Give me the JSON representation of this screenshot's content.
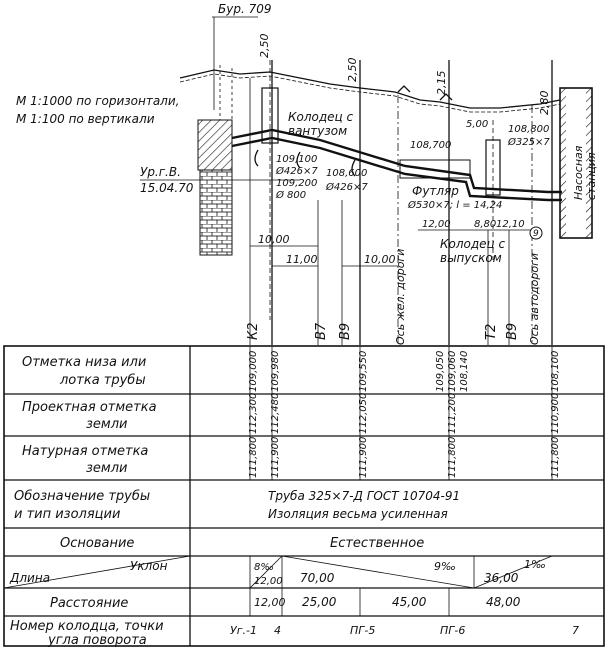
{
  "header": {
    "borehole": "Бур. 709",
    "scale_h": "М 1:1000 по горизонтали,",
    "scale_v": "М 1:100  по вертикали",
    "water_level_label": "Ур.г.В.",
    "water_level_date": "15.04.70"
  },
  "profile": {
    "well_vent": "Колодец с вантузом",
    "mark_109100": "109,100",
    "pipe_426_a": "Ø426×7",
    "mark_109200": "109,200",
    "pipe_800": "Ø 800",
    "mark_108600": "108,600",
    "pipe_426_b": "Ø426×7",
    "mark_108700": "108,700",
    "casing": "Футляр",
    "casing_spec": "Ø530×7; l = 14,24",
    "dim_500": "5,00",
    "mark_108800": "108,800",
    "pipe_325": "Ø325×7",
    "pump_station_1": "Насосная",
    "pump_station_2": "станция",
    "dim_10_left": "10,00",
    "dim_11": "11,00",
    "dim_10_right": "10,00",
    "dim_12": "12,00",
    "dim_880": "8,80",
    "dim_1210": "12,10",
    "well_outlet_1": "Колодец с",
    "well_outlet_2": "выпуском",
    "well_number": "9",
    "rail_axis": "Ось жел. дороги",
    "road_axis": "Ось автодороги",
    "depth_250_a": "2,50",
    "depth_250_b": "2,50",
    "depth_215": "2,15",
    "depth_280": "2,80"
  },
  "utilities": [
    "К2",
    "В7",
    "В9",
    "Т2",
    "В9"
  ],
  "table": {
    "row1_1": "Отметка низа или",
    "row1_2": "лотка трубы",
    "row2_1": "Проектная отметка",
    "row2_2": "земли",
    "row3_1": "Натурная отметка",
    "row3_2": "земли",
    "row4_1": "Обозначение трубы",
    "row4_2": "и тип изоляции",
    "row5": "Основание",
    "row6_length": "Длина",
    "row6_slope": "Уклон",
    "row7": "Расстояние",
    "row8_1": "Номер колодца, точки",
    "row8_2": "угла поворота",
    "pipe_spec_1": "Труба 325×7-Д   ГОСТ 10704-91",
    "pipe_spec_2": "Изоляция весьма усиленная",
    "foundation": "Естественное",
    "slope_8": "8‰",
    "len_1200": "12,00",
    "len_7000": "70,00",
    "slope_9": "9‰",
    "len_3600": "36,00",
    "slope_1": "1‰",
    "dist_1200": "12,00",
    "dist_2500": "25,00",
    "dist_4500": "45,00",
    "dist_4800": "48,00",
    "pt_ug1": "Уг.-1",
    "pt_4": "4",
    "pt_pg5": "ПГ-5",
    "pt_pg6": "ПГ-6",
    "pt_7": "7"
  },
  "marks": {
    "bottom": [
      "109,000",
      "109,980",
      "109,550",
      "109,050",
      "109,060",
      "108,140",
      "108,100"
    ],
    "design": [
      "112,300",
      "112,480",
      "112,050",
      "111,200",
      "110,900"
    ],
    "natural": [
      "111,800",
      "111,900",
      "111,900",
      "111,800",
      "111,800"
    ]
  }
}
